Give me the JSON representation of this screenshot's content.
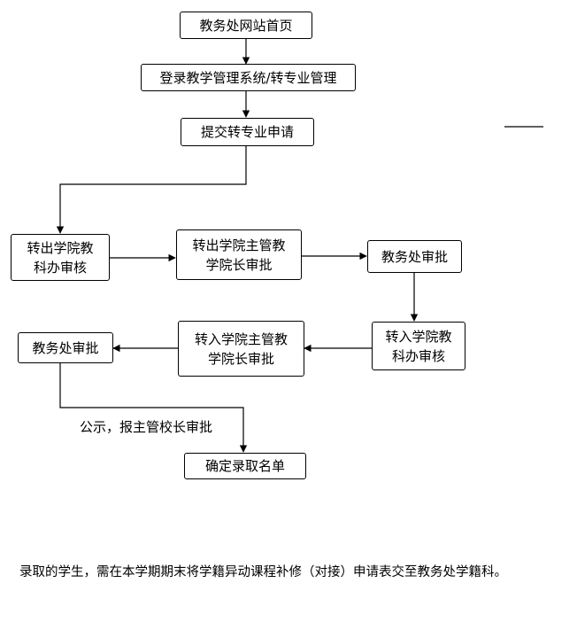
{
  "flowchart": {
    "nodes": {
      "homepage": "教务处网站首页",
      "login": "登录教学管理系统/转专业管理",
      "submit": "提交转专业申请",
      "out_secretary": "转出学院教\n科办审核",
      "out_dean": "转出学院主管教\n学院长审批",
      "office_approve_1": "教务处审批",
      "in_secretary": "转入学院教\n科办审核",
      "in_dean": "转入学院主管教\n学院长审批",
      "office_approve_2": "教务处审批",
      "final": "确定录取名单"
    },
    "edge_label_publicize": "公示，报主管校长审批"
  },
  "footer_note": "录取的学生，需在本学期期末将学籍异动课程补修（对接）申请表交至教务处学籍科。"
}
